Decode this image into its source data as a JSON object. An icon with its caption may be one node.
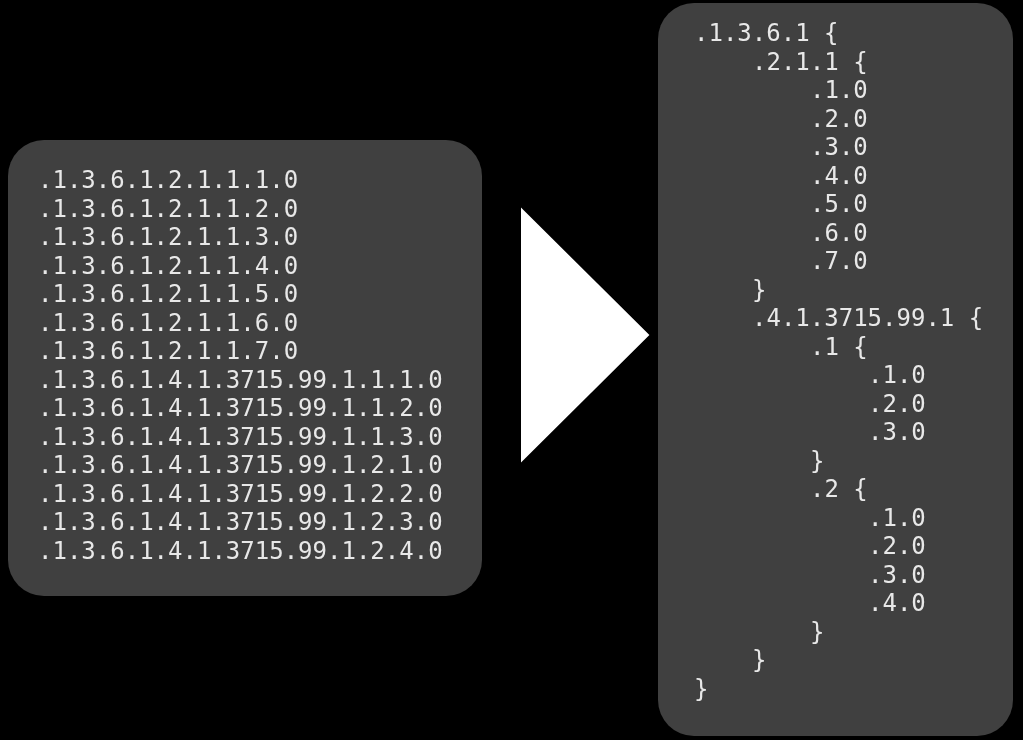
{
  "diagram": {
    "nodes": [
      {
        "text": [
          ".1.3.6.1.2.1.1.1.0",
          ".1.3.6.1.2.1.1.2.0",
          ".1.3.6.1.2.1.1.3.0",
          ".1.3.6.1.2.1.1.4.0",
          ".1.3.6.1.2.1.1.5.0",
          ".1.3.6.1.2.1.1.6.0",
          ".1.3.6.1.2.1.1.7.0",
          ".1.3.6.1.4.1.3715.99.1.1.1.0",
          ".1.3.6.1.4.1.3715.99.1.1.2.0",
          ".1.3.6.1.4.1.3715.99.1.1.3.0",
          ".1.3.6.1.4.1.3715.99.1.2.1.0",
          ".1.3.6.1.4.1.3715.99.1.2.2.0",
          ".1.3.6.1.4.1.3715.99.1.2.3.0",
          ".1.3.6.1.4.1.3715.99.1.2.4.0"
        ]
      },
      {
        "text": [
          ".1.3.6.1 {",
          ".2.1.1 {",
          ".1.0",
          ".2.0",
          ".3.0",
          ".4.0",
          ".5.0",
          ".6.0",
          ".7.0",
          "}",
          ".4.1.3715.99.1 {",
          ".1 {",
          ".1.0",
          ".2.0",
          ".3.0",
          "}",
          ".2 {",
          ".1.0",
          ".2.0",
          ".3.0",
          ".4.0",
          "}",
          "}",
          "}"
        ]
      }
    ],
    "edges": [
      {
        "from": 0,
        "to": 1,
        "arrow": "to"
      }
    ]
  }
}
